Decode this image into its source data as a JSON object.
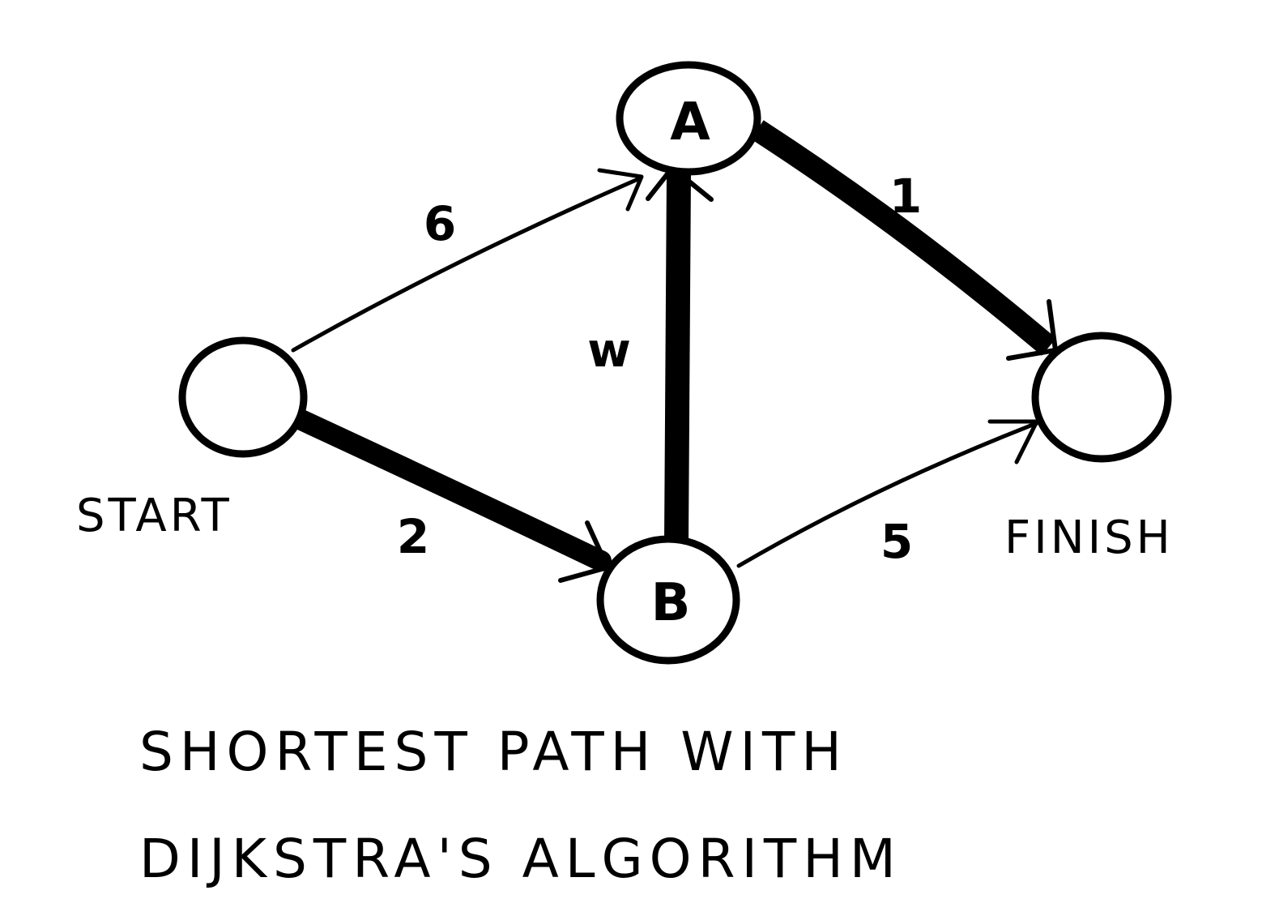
{
  "graph": {
    "nodes": {
      "start": {
        "label": ""
      },
      "a": {
        "label": "A"
      },
      "b": {
        "label": "B"
      },
      "finish": {
        "label": ""
      }
    },
    "node_captions": {
      "start": "START",
      "finish": "FINISH"
    },
    "edges": [
      {
        "from": "START",
        "to": "A",
        "weight": "6",
        "highlighted": false
      },
      {
        "from": "START",
        "to": "B",
        "weight": "2",
        "highlighted": true
      },
      {
        "from": "B",
        "to": "A",
        "weight": "w",
        "highlighted": true
      },
      {
        "from": "A",
        "to": "FINISH",
        "weight": "1",
        "highlighted": true
      },
      {
        "from": "B",
        "to": "FINISH",
        "weight": "5",
        "highlighted": false
      }
    ]
  },
  "caption": {
    "line1": "SHORTEST PATH WITH",
    "line2": "DIJKSTRA'S ALGORITHM"
  }
}
